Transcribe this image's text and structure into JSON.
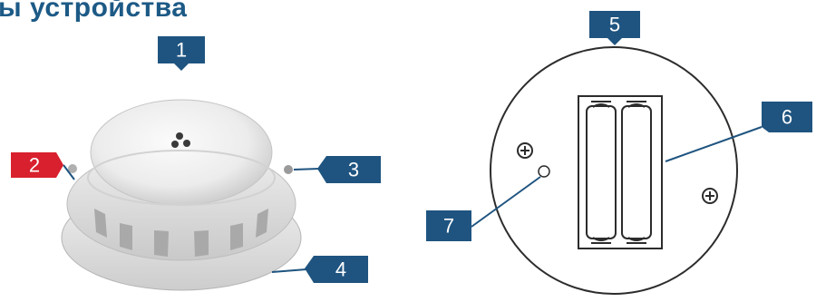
{
  "heading": "ы устройства",
  "callouts": [
    {
      "label": "1"
    },
    {
      "label": "2"
    },
    {
      "label": "3"
    },
    {
      "label": "4"
    },
    {
      "label": "5"
    },
    {
      "label": "6"
    },
    {
      "label": "7"
    }
  ],
  "colors": {
    "callout_blue": "#1f5480",
    "callout_red": "#d8202e",
    "heading": "#1d5a86",
    "leader_line": "#1f5480"
  }
}
